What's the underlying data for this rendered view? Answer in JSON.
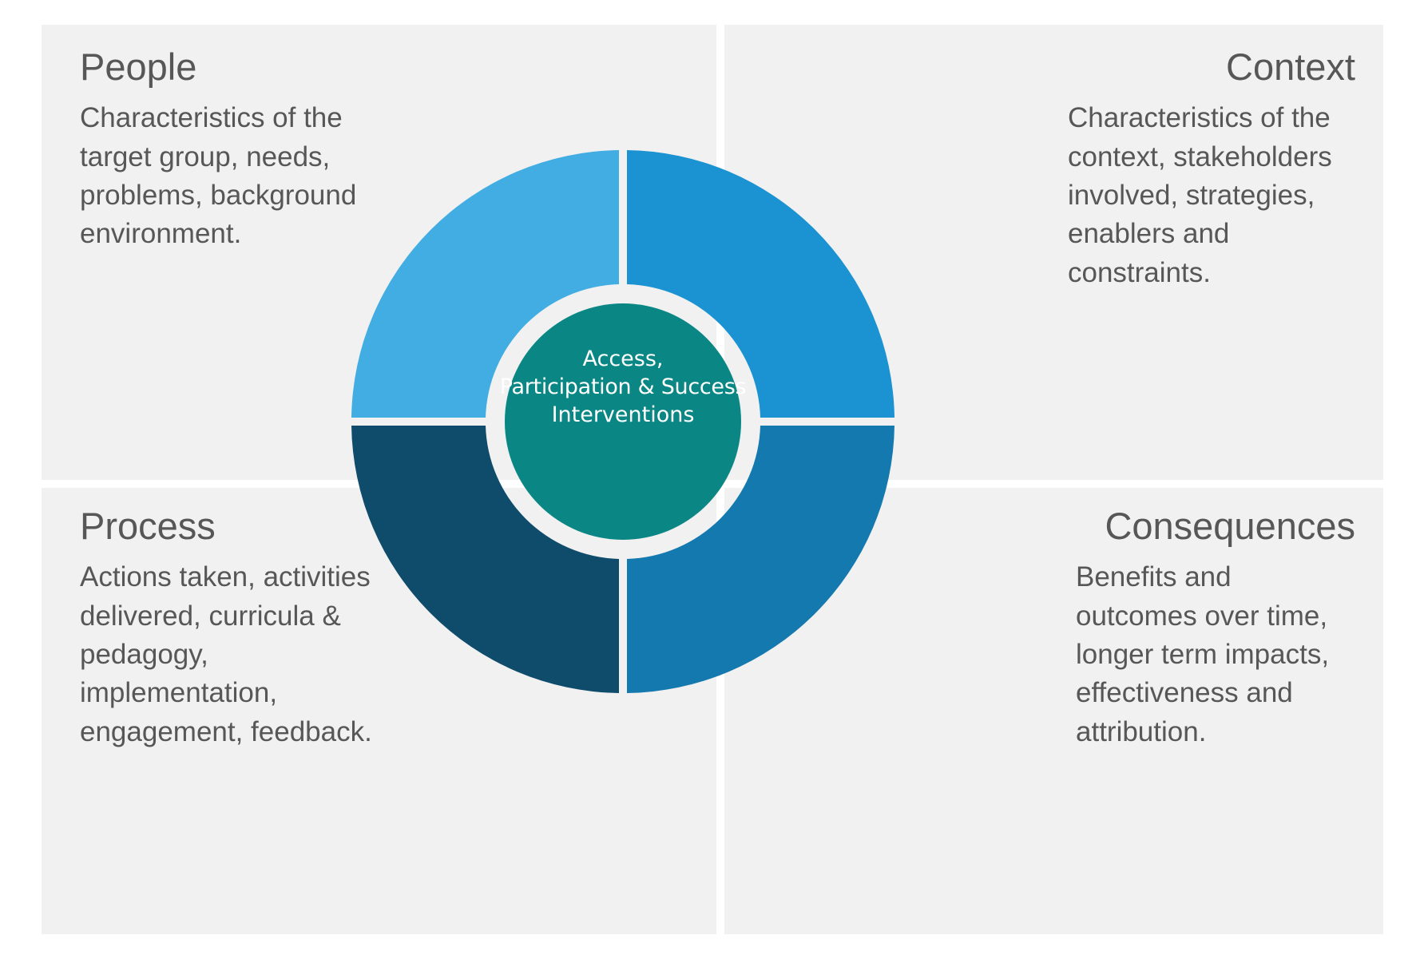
{
  "diagram": {
    "title": "Access, Participation & Success Interventions framework",
    "colors": {
      "panel_background": "#F1F1F1",
      "page_background": "#FFFFFF",
      "text": "#575757",
      "people_arc": "#42ADE2",
      "context_arc": "#1B92D1",
      "process_arc": "#0F4C6B",
      "consequences_arc": "#1479AE",
      "center_circle": "#0A8784",
      "center_text": "#FFFFFF",
      "gap": "#FFFFFF"
    },
    "center": {
      "line1": "Access,",
      "line2": "Participation & Success",
      "line3": "Interventions"
    },
    "quadrants": [
      {
        "id": "people",
        "title": "People",
        "body": "Characteristics of the target group, needs, problems, background environment.",
        "arc_color": "#42ADE2",
        "position": "top-left"
      },
      {
        "id": "context",
        "title": "Context",
        "body": "Characteristics of the context, stakeholders involved, strategies, enablers and constraints.",
        "arc_color": "#1B92D1",
        "position": "top-right"
      },
      {
        "id": "process",
        "title": "Process",
        "body": "Actions taken, activities delivered, curricula & pedagogy, implementation, engagement, feedback.",
        "arc_color": "#0F4C6B",
        "position": "bottom-left"
      },
      {
        "id": "consequences",
        "title": "Consequences",
        "body": "Benefits and outcomes over time, longer term impacts, effectiveness and attribution.",
        "arc_color": "#1479AE",
        "position": "bottom-right"
      }
    ]
  }
}
